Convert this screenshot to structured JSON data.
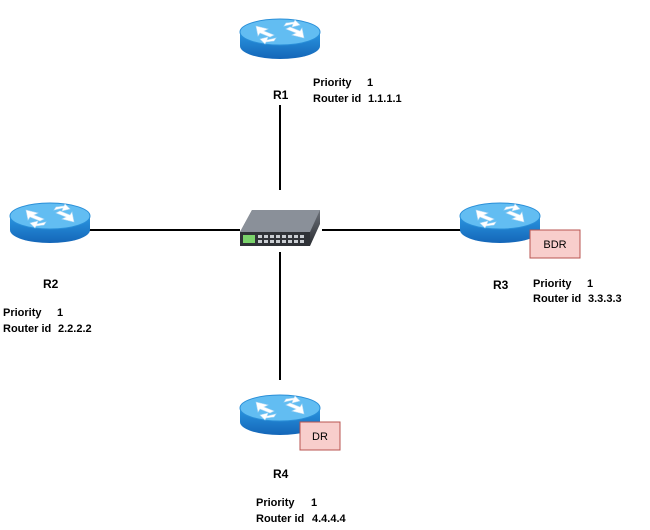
{
  "routers": [
    {
      "id": "r1",
      "name": "R1",
      "priority_label": "Priority",
      "priority": "1",
      "router_id_label": "Router id",
      "router_id": "1.1.1.1",
      "role": ""
    },
    {
      "id": "r2",
      "name": "R2",
      "priority_label": "Priority",
      "priority": "1",
      "router_id_label": "Router id",
      "router_id": "2.2.2.2",
      "role": ""
    },
    {
      "id": "r3",
      "name": "R3",
      "priority_label": "Priority",
      "priority": "1",
      "router_id_label": "Router id",
      "router_id": "3.3.3.3",
      "role": "BDR"
    },
    {
      "id": "r4",
      "name": "R4",
      "priority_label": "Priority",
      "priority": "1",
      "router_id_label": "Router id",
      "router_id": "4.4.4.4",
      "role": "DR"
    }
  ],
  "colors": {
    "router_top": "#5ab4ec",
    "router_side": "#1e88d6",
    "role_fill": "#f8cecc",
    "role_stroke": "#b85450",
    "link": "#000000"
  }
}
